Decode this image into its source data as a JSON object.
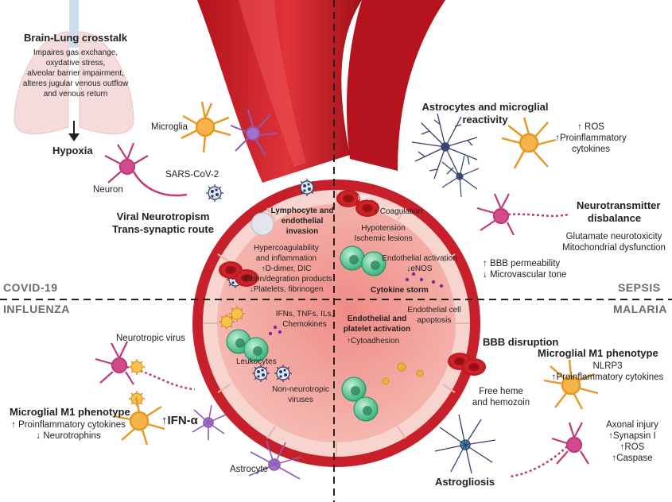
{
  "quadrants": {
    "covid": "COVID-19",
    "influenza": "INFLUENZA",
    "sepsis": "SEPSIS",
    "malaria": "MALARIA"
  },
  "top_left": {
    "brain_lung_title": "Brain-Lung crosstalk",
    "brain_lung_lines": [
      "Impaires gas exchange,",
      "oxydative stress,",
      "alveolar barrier impairment,",
      "alteres jugular venous outflow",
      "and venous return"
    ],
    "hypoxia": "Hypoxia",
    "microglia": "Microglia",
    "sars": "SARS-CoV-2",
    "neuron": "Neuron",
    "viral_neurotropism": [
      "Viral Neurotropism",
      "Trans-synaptic route"
    ]
  },
  "top_right": {
    "astro_title": [
      "Astrocytes and microglial",
      "reactivity"
    ],
    "ros": [
      "↑ ROS",
      "↑Proinflammatory",
      "cytokines"
    ],
    "neurotransmitter_title": [
      "Neurotransmitter",
      "disbalance"
    ],
    "neurotransmitter_lines": [
      "Glutamate neurotoxicity",
      "Mitochondrial dysfunction"
    ],
    "bbb_lines": [
      "↑ BBB permeability",
      "↓ Microvascular tone"
    ]
  },
  "vessel": {
    "lympho": [
      "Lymphocyte and",
      "endothelial",
      "invasion"
    ],
    "hypercoag": [
      "Hypercoagulability",
      "and inflammation",
      "↑D-dimer, DIC",
      "↑Fibrin/degration products",
      "↓Platelets, fibrinogen"
    ],
    "rbc": "RBC",
    "coagulation": "↑ Coagulation",
    "hypotension": [
      "Hypotension",
      "Ischemic lesions"
    ],
    "endothelial_activation": [
      "Endothelial activation",
      "↓eNOS"
    ],
    "cytokine_storm": "Cytokine storm",
    "ifn": [
      "IFNs, TNFs, ILs,",
      "Chemokines"
    ],
    "leukocytes": "Leukocytes",
    "non_neurotropic": [
      "Non-neurotropic",
      "viruses"
    ],
    "endo_platelet": [
      "Endothelial and",
      "platelet activation"
    ],
    "cytoadhesion": "↑Cytoadhesion",
    "endo_apoptosis": [
      "Endothelial cell",
      "apoptosis"
    ]
  },
  "bottom_left": {
    "neurotropic_virus": "Neurotropic virus",
    "m1_title": "Microglial M1 phenotype",
    "m1_lines": [
      "↑ Proinflammatory cytokines",
      "↓ Neurotrophins"
    ],
    "ifn_alpha": "↑IFN-α",
    "astrocyte": "Astrocyte"
  },
  "bottom_right": {
    "bbb_disruption": "BBB disruption",
    "m1_title": "Microglial M1 phenotype",
    "m1_lines": [
      "NLRP3",
      "↑Proinflammatory cytokines"
    ],
    "free_heme": [
      "Free heme",
      "and hemozoin"
    ],
    "axonal": [
      "Axonal injury",
      "↑Synapsin I",
      "↑ROS",
      "↑Caspase"
    ],
    "astrogliosis": "Astrogliosis"
  },
  "colors": {
    "vessel_red": "#c8202a",
    "vessel_light": "#f7c9c3",
    "lumen": "#efa39c",
    "neuron_pink": "#c0397a",
    "glia_purple": "#8e5bb5",
    "astro_navy": "#34406b",
    "microglia_orange": "#f2a23a",
    "leukocyte_green": "#3dbb84"
  },
  "icons": [
    "lungs-icon",
    "down-arrow-icon",
    "virus-icon",
    "neuron-icon",
    "microglia-icon",
    "astrocyte-icon",
    "red-blood-cell-icon",
    "leukocyte-icon"
  ]
}
